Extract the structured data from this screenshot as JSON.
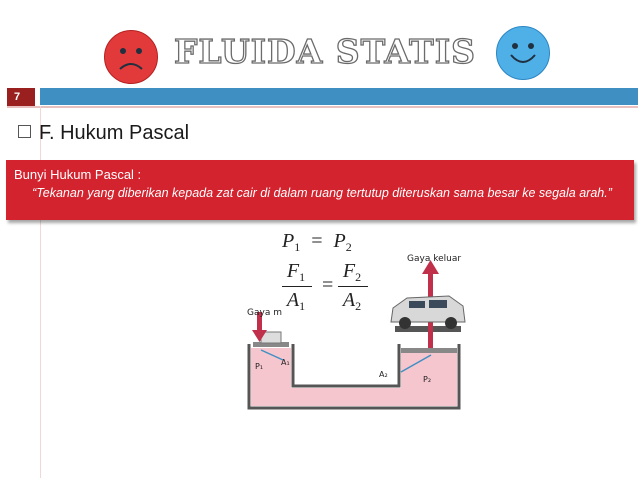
{
  "header": {
    "title": "Fluida Statis",
    "slide_number": "7",
    "left_emoji": "sad-face-icon",
    "right_emoji": "smiley-face-icon",
    "colors": {
      "red": "#d3232f",
      "blue": "#3f8fc3",
      "dark_red": "#9a1f1f"
    }
  },
  "section": {
    "heading": "F. Hukum Pascal"
  },
  "callout": {
    "label": "Bunyi Hukum Pascal :",
    "text": "“Tekanan yang diberikan kepada zat cair di dalam ruang tertutup diteruskan sama besar ke segala arah.”"
  },
  "formulas": {
    "eq1_left": "P",
    "eq1_left_sub": "1",
    "eq1_right": "P",
    "eq1_right_sub": "2",
    "eq_sign": "=",
    "f1": "F",
    "f1_sub": "1",
    "a1": "A",
    "a1_sub": "1",
    "f2": "F",
    "f2_sub": "2",
    "a2": "A",
    "a2_sub": "2"
  },
  "diagram": {
    "gaya_keluar": "Gaya keluar",
    "gaya_masuk": "Gaya m",
    "a1": "A₁",
    "a2": "A₂",
    "p1": "P₁",
    "p2": "P₂"
  }
}
